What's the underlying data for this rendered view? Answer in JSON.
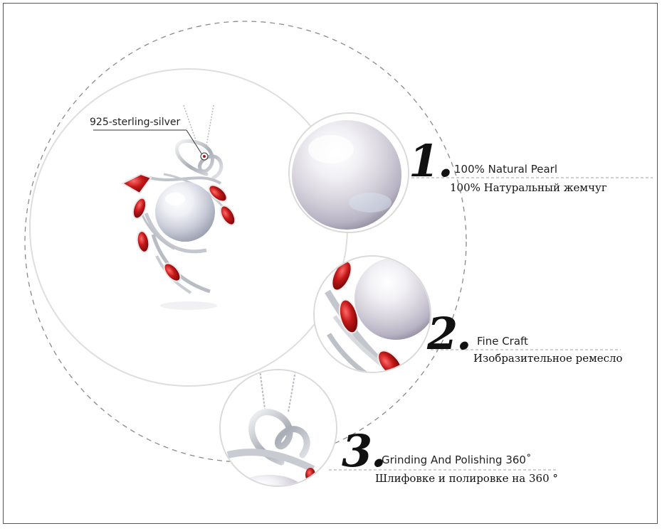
{
  "callout": {
    "label": "925-sterling-silver"
  },
  "features": [
    {
      "number": "1.",
      "title_en": "100% Natural Pearl",
      "title_ru": "100% Натуральный жемчуг"
    },
    {
      "number": "2.",
      "title_en": "Fine Craft",
      "title_ru": "Изобразительное ремесло"
    },
    {
      "number": "3.",
      "title_en": "Grinding And Polishing 360˚",
      "title_ru": "Шлифовке и полировке на 360 °"
    }
  ],
  "colors": {
    "garnet": "#b01515",
    "silver": "#c9ccd2",
    "pearl": "#eef0f4",
    "line": "#999999"
  },
  "icons": [
    "pendant-image",
    "pearl-closeup-image",
    "garnet-detail-image",
    "heart-clasp-image"
  ]
}
